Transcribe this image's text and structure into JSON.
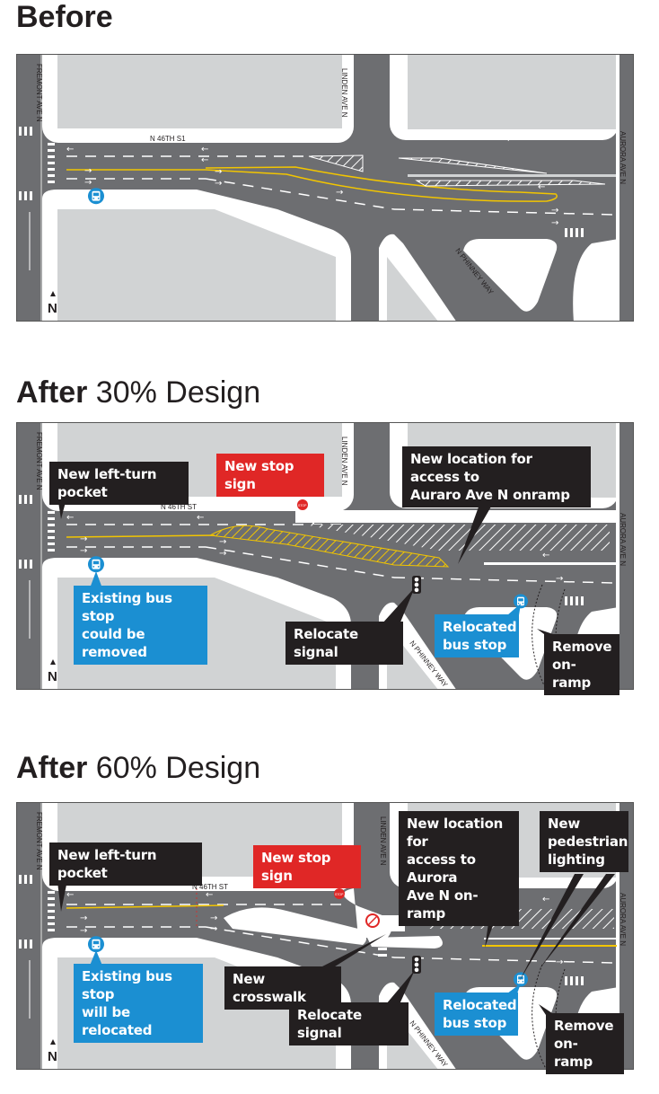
{
  "sections": [
    {
      "title_bold": "Before",
      "title_rest": ""
    },
    {
      "title_bold": "After",
      "title_rest": " 30% Design"
    },
    {
      "title_bold": "After",
      "title_rest": " 60% Design"
    }
  ],
  "maps": [
    {
      "streets": {
        "fremont": "FREMONT AVE N",
        "linden": "LINDEN AVE N",
        "n46th": "N 46TH S1",
        "aurora": "AURORA AVE N",
        "phinney": "N PHINNEY WAY"
      },
      "north": "N"
    },
    {
      "streets": {
        "fremont": "FREMONT AVE N",
        "linden": "LINDEN AVE N",
        "n46th": "N 46TH ST",
        "aurora": "AURORA AVE N",
        "phinney": "N PHINNEY WAY"
      },
      "north": "N",
      "stop_text": "STOP",
      "callouts": {
        "left_turn": "New left-turn pocket",
        "stop_sign": "New stop sign",
        "access": [
          "New location for access to",
          "Auraro Ave N onramp"
        ],
        "bus_existing": [
          "Existing bus stop",
          "could be removed"
        ],
        "signal": "Relocate signal",
        "bus_relocated": [
          "Relocated",
          "bus stop"
        ],
        "remove_ramp": [
          "Remove",
          "on-ramp"
        ]
      }
    },
    {
      "streets": {
        "fremont": "FREMONT AVE N",
        "linden": "LINDEN AVE N",
        "n46th": "N 46TH ST",
        "aurora": "AURORA AVE N",
        "phinney": "N PHINNEY WAY"
      },
      "north": "N",
      "stop_text": "STOP",
      "callouts": {
        "left_turn": "New left-turn pocket",
        "stop_sign": "New stop sign",
        "access": [
          "New location for",
          "access to Aurora",
          "Ave N on-ramp"
        ],
        "lighting": [
          "New",
          "pedestrian",
          "lighting"
        ],
        "bus_existing": [
          "Existing bus stop",
          "will be relocated"
        ],
        "crosswalk": "New crosswalk",
        "signal": "Relocate signal",
        "bus_relocated": [
          "Relocated",
          "bus stop"
        ],
        "remove_ramp": [
          "Remove",
          "on-ramp"
        ]
      }
    }
  ],
  "colors": {
    "road": "#6d6e71",
    "block": "#d1d3d4",
    "yellow": "#f2c500",
    "callout_black": "#231f20",
    "callout_red": "#e02726",
    "callout_blue": "#1b8fd2"
  }
}
